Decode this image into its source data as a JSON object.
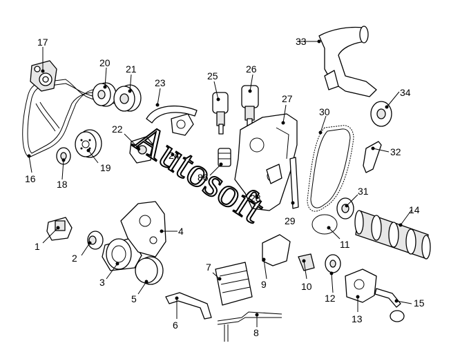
{
  "watermark_text": "Autosoft",
  "colors": {
    "line": "#000000",
    "background": "#ffffff",
    "fill_light": "#e6e6e6",
    "watermark": "#000000"
  },
  "callouts": [
    {
      "id": "1",
      "label": "1"
    },
    {
      "id": "2",
      "label": "2"
    },
    {
      "id": "3",
      "label": "3"
    },
    {
      "id": "4",
      "label": "4"
    },
    {
      "id": "5",
      "label": "5"
    },
    {
      "id": "6",
      "label": "6"
    },
    {
      "id": "7",
      "label": "7"
    },
    {
      "id": "8",
      "label": "8"
    },
    {
      "id": "9",
      "label": "9"
    },
    {
      "id": "10",
      "label": "10"
    },
    {
      "id": "11",
      "label": "11"
    },
    {
      "id": "12",
      "label": "12"
    },
    {
      "id": "13",
      "label": "13"
    },
    {
      "id": "14",
      "label": "14"
    },
    {
      "id": "15",
      "label": "15"
    },
    {
      "id": "16",
      "label": "16"
    },
    {
      "id": "17",
      "label": "17"
    },
    {
      "id": "18",
      "label": "18"
    },
    {
      "id": "19",
      "label": "19"
    },
    {
      "id": "20",
      "label": "20"
    },
    {
      "id": "21",
      "label": "21"
    },
    {
      "id": "22",
      "label": "22"
    },
    {
      "id": "23",
      "label": "23"
    },
    {
      "id": "24",
      "label": "24"
    },
    {
      "id": "25",
      "label": "25"
    },
    {
      "id": "26",
      "label": "26"
    },
    {
      "id": "27",
      "label": "27"
    },
    {
      "id": "28",
      "label": "28"
    },
    {
      "id": "29",
      "label": "29"
    },
    {
      "id": "30",
      "label": "30"
    },
    {
      "id": "31",
      "label": "31"
    },
    {
      "id": "32",
      "label": "32"
    },
    {
      "id": "33",
      "label": "33"
    },
    {
      "id": "34",
      "label": "34"
    },
    {
      "id": "86",
      "label": "86"
    }
  ]
}
